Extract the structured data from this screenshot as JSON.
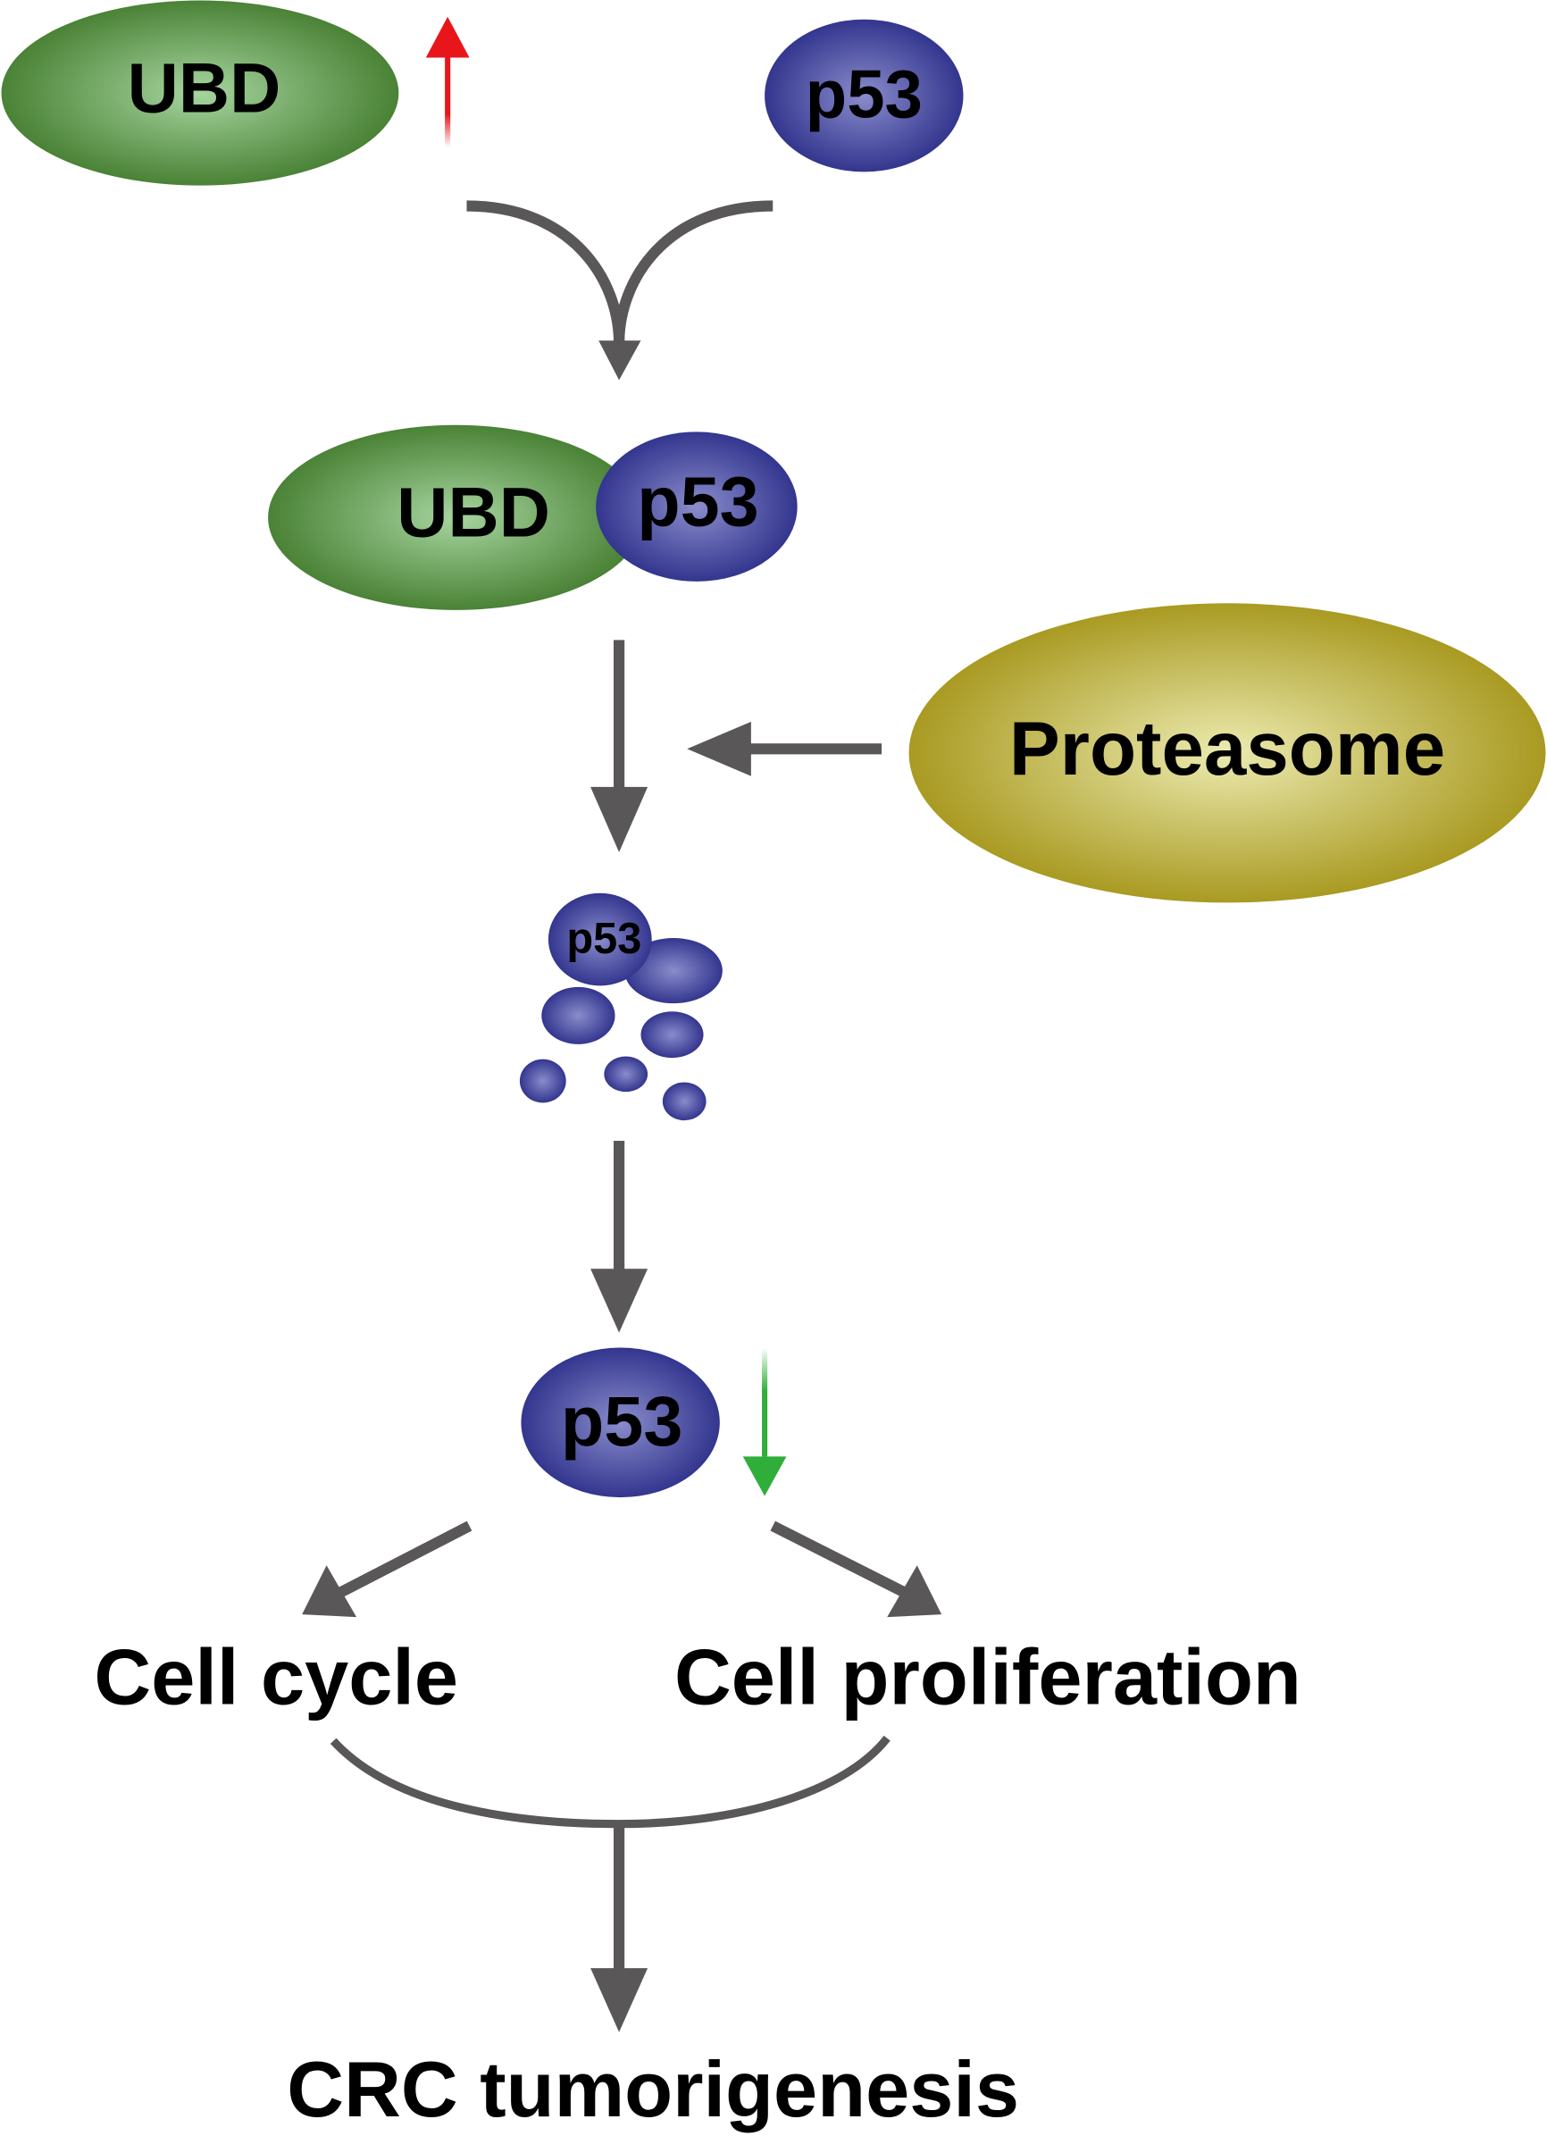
{
  "nodes": {
    "ubd_top": "UBD",
    "p53_top": "p53",
    "complex_ubd": "UBD",
    "complex_p53": "p53",
    "proteasome": "Proteasome",
    "fragment_p53": "p53",
    "p53_reduced": "p53",
    "cell_cycle": "Cell cycle",
    "cell_proliferation": "Cell proliferation",
    "outcome": "CRC tumorigenesis"
  },
  "indicators": {
    "ubd_up_arrow": "up",
    "p53_down_arrow": "down"
  },
  "colors": {
    "ubd_green": "#4a8236",
    "p53_blue": "#34378f",
    "proteasome_olive": "#a99a22",
    "arrow_gray": "#595757",
    "up_red": "#e8161b",
    "down_green": "#2fae3a"
  }
}
